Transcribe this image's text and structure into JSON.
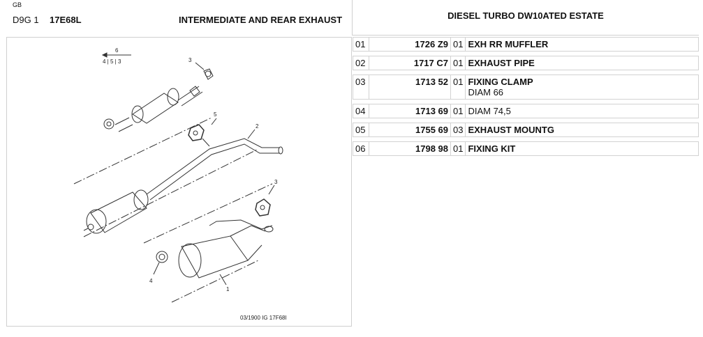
{
  "header": {
    "region": "GB",
    "model": "D9G 1",
    "code": "17E68L",
    "section_title": "INTERMEDIATE AND REAR EXHAUST",
    "vehicle_title": "DIESEL TURBO DW10ATED ESTATE"
  },
  "diagram": {
    "scale_top": "6",
    "scale_bottom": "4 | 5 | 3",
    "callouts": [
      "3",
      "5",
      "2",
      "3",
      "4",
      "1"
    ],
    "reference": "03/1900   IG 17F68I"
  },
  "parts": [
    {
      "item": "01",
      "ref": "1726 Z9",
      "qty": "01",
      "desc": "EXH RR MUFFLER",
      "sub": ""
    },
    {
      "item": "02",
      "ref": "1717 C7",
      "qty": "01",
      "desc": "EXHAUST PIPE",
      "sub": ""
    },
    {
      "item": "03",
      "ref": "1713 52",
      "qty": "01",
      "desc": "FIXING CLAMP",
      "sub": "DIAM 66"
    },
    {
      "item": "04",
      "ref": "1713 69",
      "qty": "01",
      "desc": "",
      "sub": "DIAM 74,5"
    },
    {
      "item": "05",
      "ref": "1755 69",
      "qty": "03",
      "desc": "EXHAUST MOUNTG",
      "sub": ""
    },
    {
      "item": "06",
      "ref": "1798 98",
      "qty": "01",
      "desc": "FIXING KIT",
      "sub": ""
    }
  ]
}
